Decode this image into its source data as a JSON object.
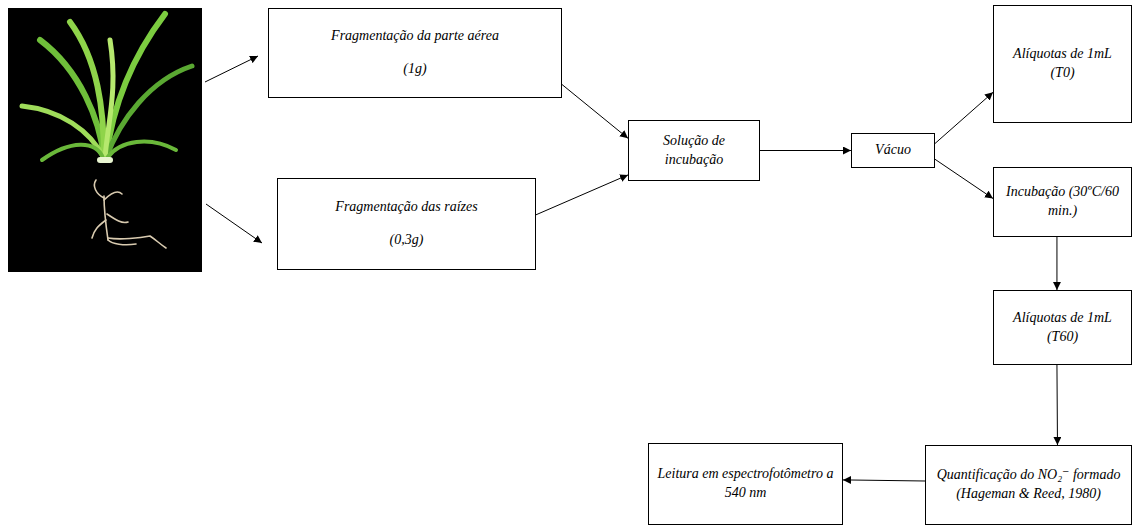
{
  "diagram": {
    "nodes": [
      {
        "text": [
          "Fragmentação da parte aérea",
          "(1g)"
        ]
      },
      {
        "text": [
          "Fragmentação das raízes",
          "(0,3g)"
        ]
      },
      {
        "text": [
          "Solução de incubação"
        ]
      },
      {
        "text": [
          "Vácuo"
        ]
      },
      {
        "text": [
          "Alíquotas de 1mL (T0)"
        ]
      },
      {
        "text": [
          "Incubação (30ºC/60 min.)"
        ]
      },
      {
        "text": [
          "Alíquotas de 1mL (T60)"
        ]
      },
      {
        "text": [
          "Quantificação do NO₂⁻ formado (Hageman & Reed, 1980)"
        ]
      },
      {
        "text": [
          "Leitura em espectrofotômetro a 540 nm"
        ]
      }
    ],
    "edges": [
      {
        "from": 0,
        "to": 2,
        "arrow": "to"
      },
      {
        "from": 1,
        "to": 2,
        "arrow": "to"
      },
      {
        "from": 2,
        "to": 3,
        "arrow": "to"
      },
      {
        "from": 3,
        "to": 4,
        "arrow": "to"
      },
      {
        "from": 3,
        "to": 5,
        "arrow": "to"
      },
      {
        "from": 5,
        "to": 6,
        "arrow": "to"
      },
      {
        "from": 6,
        "to": 7,
        "arrow": "to"
      },
      {
        "from": 7,
        "to": 8,
        "arrow": "to"
      }
    ]
  }
}
